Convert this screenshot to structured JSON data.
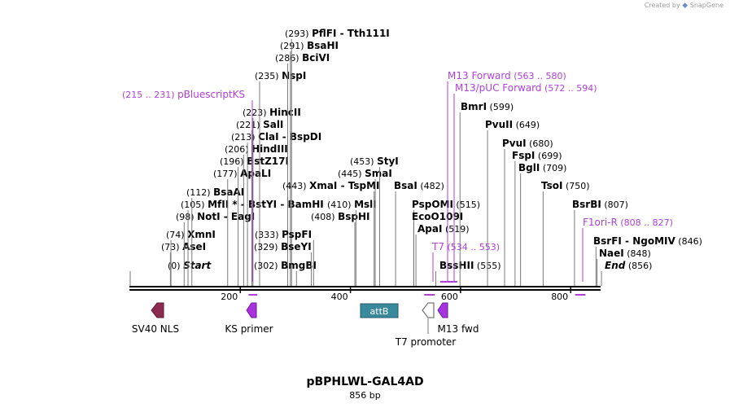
{
  "brand": {
    "created_by": "Created by",
    "app": "SnapGene"
  },
  "plasmid": {
    "name": "pBPHLWL-GAL4AD",
    "length_label": "856 bp",
    "length": 856
  },
  "ruler": {
    "ticks": [
      200,
      400,
      600,
      800
    ]
  },
  "colors": {
    "enzyme_line": "#7a7a7a",
    "primer": "#b040d8",
    "backbone": "#000000"
  },
  "enzymes": [
    {
      "pos": 0,
      "left": "(0)",
      "name": "Start",
      "style": "italic"
    },
    {
      "pos": 73,
      "left": "(73)",
      "name": "AseI"
    },
    {
      "pos": 74,
      "left": "(74)",
      "name": "XmnI"
    },
    {
      "pos": 98,
      "left": "(98)",
      "name": "NotI",
      "suffix": " - EagI"
    },
    {
      "pos": 105,
      "left": "(105)",
      "name": "MfII *",
      "suffix": " - BstYI - BamHI"
    },
    {
      "pos": 112,
      "left": "(112)",
      "name": "BsaAI"
    },
    {
      "pos": 177,
      "left": "(177)",
      "name": "ApaLI"
    },
    {
      "pos": 196,
      "left": "(196)",
      "name": "BstZ17I"
    },
    {
      "pos": 206,
      "left": "(206)",
      "name": "HindIII"
    },
    {
      "pos": 213,
      "left": "(213)",
      "name": "ClaI",
      "suffix": " - BspDI"
    },
    {
      "pos": 221,
      "left": "(221)",
      "name": "SalI"
    },
    {
      "pos": 223,
      "left": "(223)",
      "name": "HincII"
    },
    {
      "pos": 235,
      "left": "(235)",
      "name": "NspI"
    },
    {
      "pos": 286,
      "left": "(286)",
      "name": "BciVI"
    },
    {
      "pos": 291,
      "left": "(291)",
      "name": "BsaHI"
    },
    {
      "pos": 293,
      "left": "(293)",
      "name": "PflFI",
      "suffix": " - Tth111I"
    },
    {
      "pos": 302,
      "left": "(302)",
      "name": "BmgBI"
    },
    {
      "pos": 329,
      "left": "(329)",
      "name": "BseYI"
    },
    {
      "pos": 333,
      "left": "(333)",
      "name": "PspFI"
    },
    {
      "pos": 408,
      "left": "(408)",
      "name": "BspHI"
    },
    {
      "pos": 410,
      "left": "(410)",
      "name": "MslI"
    },
    {
      "pos": 443,
      "left": "(443)",
      "name": "XmaI",
      "suffix": " - TspMI"
    },
    {
      "pos": 445,
      "left": "(445)",
      "name": "SmaI"
    },
    {
      "pos": 453,
      "left": "(453)",
      "name": "StyI"
    },
    {
      "pos": 482,
      "name": "BsaI",
      "right": "(482)"
    },
    {
      "pos": 515,
      "name": "PspOMI",
      "right": "(515)"
    },
    {
      "pos": 515,
      "name": "EcoO109I"
    },
    {
      "pos": 519,
      "name": "ApaI",
      "right": "(519)"
    },
    {
      "pos": 555,
      "name": "BssHII",
      "right": "(555)"
    },
    {
      "pos": 599,
      "name": "BmrI",
      "right": "(599)"
    },
    {
      "pos": 649,
      "name": "PvuII",
      "right": "(649)"
    },
    {
      "pos": 680,
      "name": "PvuI",
      "right": "(680)"
    },
    {
      "pos": 699,
      "name": "FspI",
      "right": "(699)"
    },
    {
      "pos": 709,
      "name": "BglI",
      "right": "(709)"
    },
    {
      "pos": 750,
      "name": "TsoI",
      "right": "(750)"
    },
    {
      "pos": 807,
      "name": "BsrBI",
      "right": "(807)"
    },
    {
      "pos": 846,
      "name": "BsrFI",
      "suffix": " - NgoMIV",
      "right": "(846)"
    },
    {
      "pos": 848,
      "name": "NaeI",
      "right": "(848)"
    },
    {
      "pos": 856,
      "name": "End",
      "style": "italic",
      "right": "(856)"
    }
  ],
  "primers": [
    {
      "name": "pBluescriptKS",
      "range": "(215 .. 231)",
      "start": 215,
      "end": 231,
      "dir": "rev"
    },
    {
      "name": "M13 Forward",
      "range": "(563 .. 580)",
      "start": 563,
      "end": 580,
      "dir": "fwd"
    },
    {
      "name": "M13/pUC Forward",
      "range": "(572 .. 594)",
      "start": 572,
      "end": 594,
      "dir": "fwd"
    },
    {
      "name": "T7",
      "range": "(534 .. 553)",
      "start": 534,
      "end": 553,
      "dir": "rev"
    },
    {
      "name": "F1ori-R",
      "range": "(808 .. 827)",
      "start": 808,
      "end": 827,
      "dir": "rev"
    }
  ],
  "features": [
    {
      "name": "SV40 NLS",
      "type": "arrow-left",
      "color": "#8c2a50"
    },
    {
      "name": "KS primer",
      "type": "arrow-left",
      "color": "#a832e0"
    },
    {
      "name": "attB",
      "type": "box",
      "color": "#3a8a9e"
    },
    {
      "name": "T7 promoter",
      "type": "arrow-left",
      "color": "#ffffff"
    },
    {
      "name": "M13 fwd",
      "type": "arrow-left",
      "color": "#a832e0"
    }
  ]
}
